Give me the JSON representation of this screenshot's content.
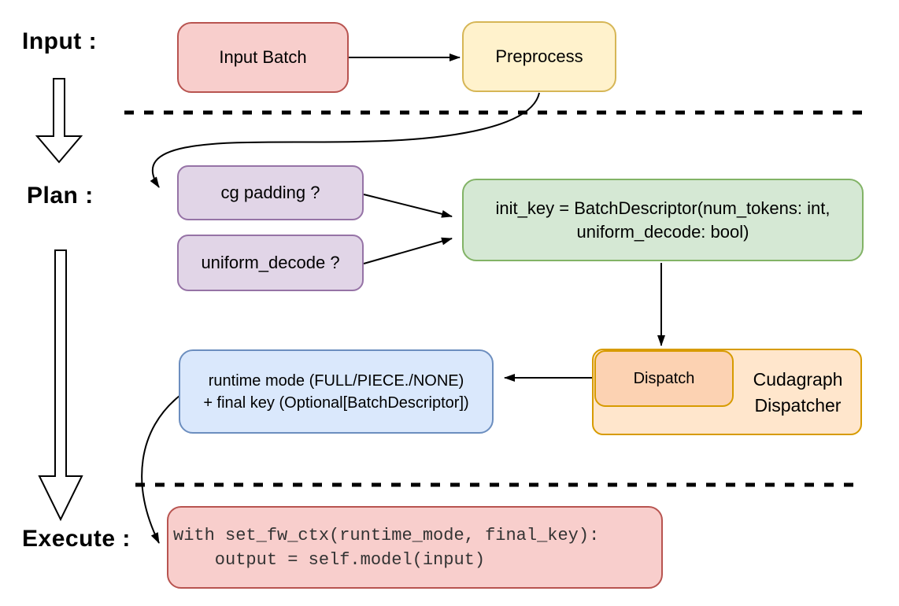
{
  "stages": {
    "input_label": "Input :",
    "plan_label": "Plan :",
    "execute_label": "Execute :"
  },
  "nodes": {
    "input_batch": {
      "label": "Input Batch",
      "fill": "#f8cecc",
      "stroke": "#b85450"
    },
    "preprocess": {
      "label": "Preprocess",
      "fill": "#fff2cc",
      "stroke": "#d6b656"
    },
    "cg_padding": {
      "label": "cg padding ?",
      "fill": "#e1d5e7",
      "stroke": "#9673a6"
    },
    "uniform_decode": {
      "label": "uniform_decode ?",
      "fill": "#e1d5e7",
      "stroke": "#9673a6"
    },
    "init_key": {
      "line1": "init_key = BatchDescriptor(num_tokens: int,",
      "line2": "uniform_decode: bool)",
      "fill": "#d5e8d4",
      "stroke": "#82b366"
    },
    "dispatch": {
      "label": "Dispatch",
      "fill": "#fcd2b2",
      "stroke": "#d79b00"
    },
    "cudagraph_dispatcher": {
      "line1": "Cudagraph",
      "line2": "Dispatcher",
      "fill": "#ffe6cc",
      "stroke": "#d79b00"
    },
    "runtime_mode": {
      "line1": "runtime mode (FULL/PIECE./NONE)",
      "line2": "+ final key (Optional[BatchDescriptor])",
      "fill": "#dae8fc",
      "stroke": "#6c8ebf"
    },
    "execute_code": {
      "line1": "with set_fw_ctx(runtime_mode, final_key):",
      "line2": "    output = self.model(input)",
      "fill": "#f8cecc",
      "stroke": "#b85450",
      "text_color": "#333333"
    }
  },
  "connectors": {
    "line_color": "#000000",
    "separator_color": "#000000"
  }
}
